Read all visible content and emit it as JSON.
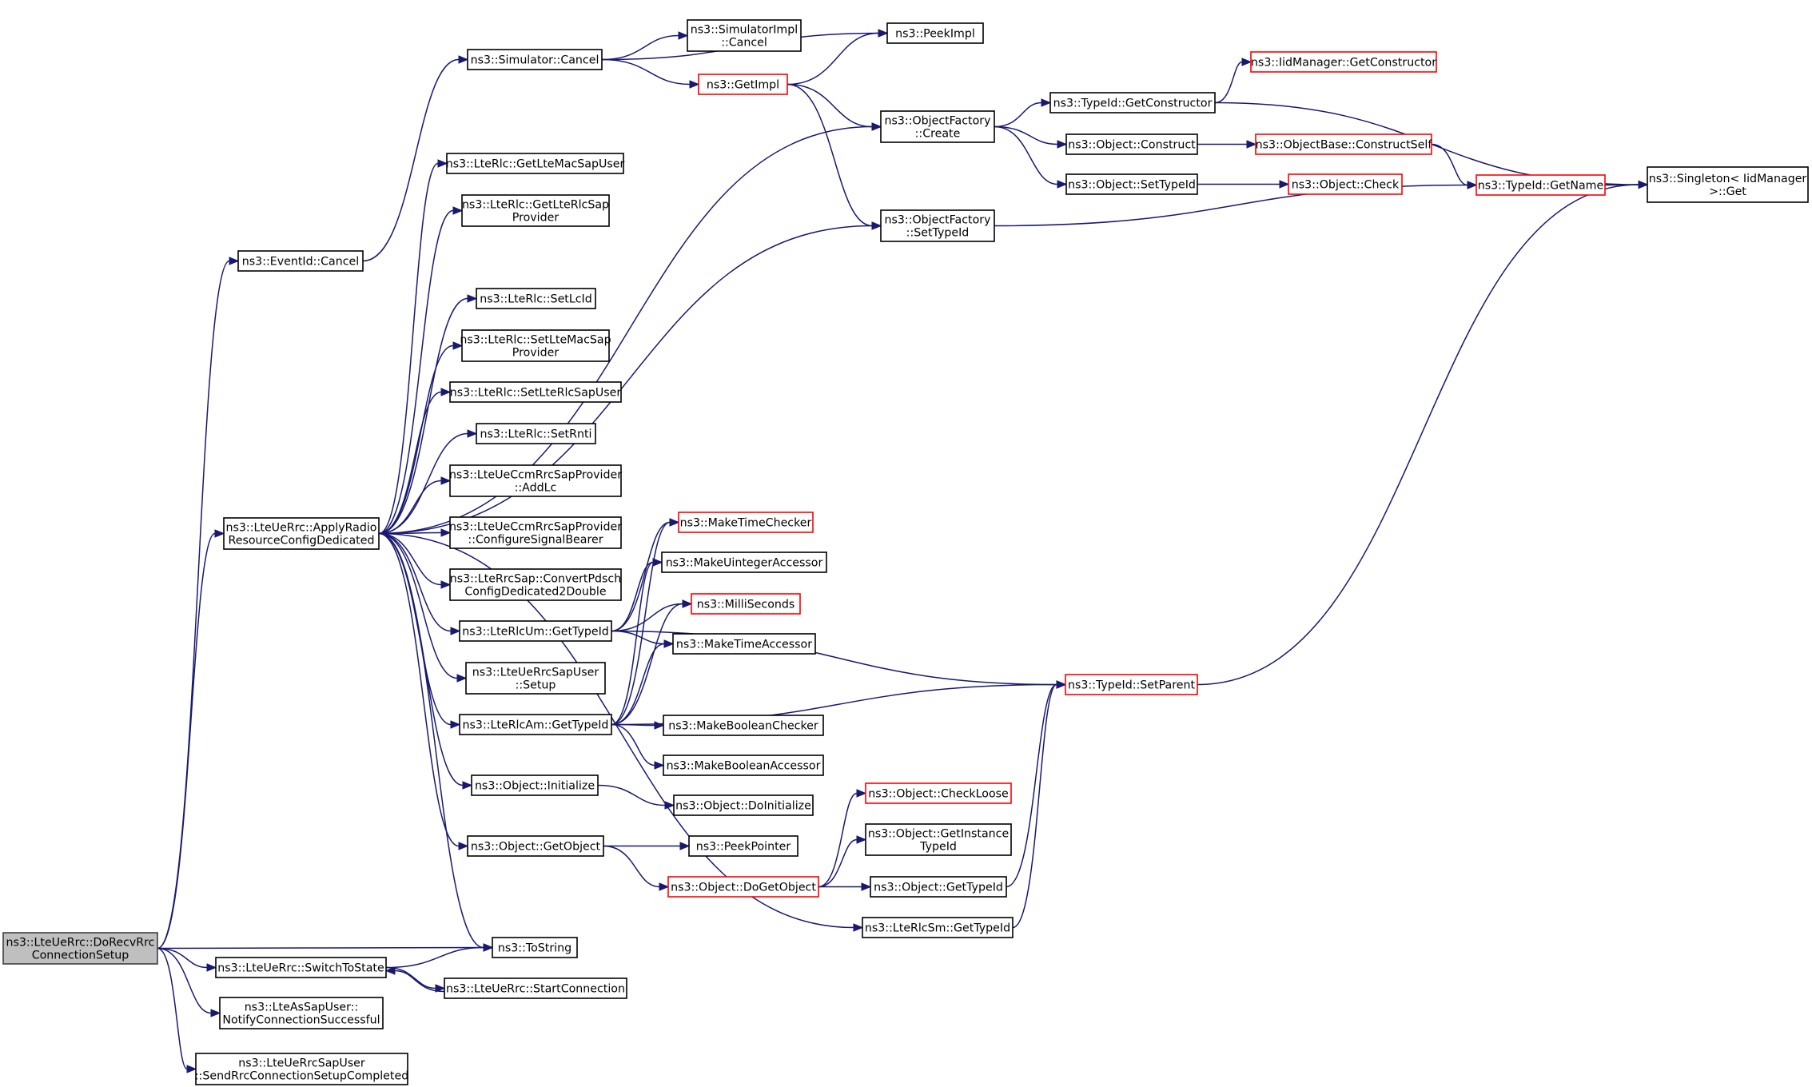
{
  "colors": {
    "edge": "#191970",
    "node_border": "#000000",
    "node_border_truncated": "#ff0000",
    "node_fill": "#ffffff",
    "root_fill": "#bfbfbf",
    "root_border": "#404040"
  },
  "nodes": [
    {
      "id": "root",
      "lines": [
        "ns3::LteUeRrc::DoRecvRrc",
        "ConnectionSetup"
      ],
      "variant": "root"
    },
    {
      "id": "eventid_cancel",
      "lines": [
        "ns3::EventId::Cancel"
      ],
      "variant": "normal"
    },
    {
      "id": "apply_radio",
      "lines": [
        "ns3::LteUeRrc::ApplyRadio",
        "ResourceConfigDedicated"
      ],
      "variant": "normal"
    },
    {
      "id": "tostring",
      "lines": [
        "ns3::ToString"
      ],
      "variant": "normal"
    },
    {
      "id": "switch_to_state",
      "lines": [
        "ns3::LteUeRrc::SwitchToState"
      ],
      "variant": "normal"
    },
    {
      "id": "notify_conn",
      "lines": [
        "ns3::LteAsSapUser::",
        "NotifyConnectionSuccessful"
      ],
      "variant": "normal"
    },
    {
      "id": "send_rrc",
      "lines": [
        "ns3::LteUeRrcSapUser",
        "::SendRrcConnectionSetupCompleted"
      ],
      "variant": "normal"
    },
    {
      "id": "start_connection",
      "lines": [
        "ns3::LteUeRrc::StartConnection"
      ],
      "variant": "normal"
    },
    {
      "id": "sim_cancel",
      "lines": [
        "ns3::Simulator::Cancel"
      ],
      "variant": "normal"
    },
    {
      "id": "simimpl_cancel",
      "lines": [
        "ns3::SimulatorImpl",
        "::Cancel"
      ],
      "variant": "normal"
    },
    {
      "id": "getimpl",
      "lines": [
        "ns3::GetImpl"
      ],
      "variant": "truncated"
    },
    {
      "id": "peekimpl",
      "lines": [
        "ns3::PeekImpl"
      ],
      "variant": "normal"
    },
    {
      "id": "of_create",
      "lines": [
        "ns3::ObjectFactory",
        "::Create"
      ],
      "variant": "normal"
    },
    {
      "id": "of_settypeid",
      "lines": [
        "ns3::ObjectFactory",
        "::SetTypeId"
      ],
      "variant": "normal"
    },
    {
      "id": "typeid_getconstructor",
      "lines": [
        "ns3::TypeId::GetConstructor"
      ],
      "variant": "normal"
    },
    {
      "id": "iidmanager_getconstructor",
      "lines": [
        "ns3::IidManager::GetConstructor"
      ],
      "variant": "truncated"
    },
    {
      "id": "object_construct",
      "lines": [
        "ns3::Object::Construct"
      ],
      "variant": "normal"
    },
    {
      "id": "objectbase_constructself",
      "lines": [
        "ns3::ObjectBase::ConstructSelf"
      ],
      "variant": "truncated"
    },
    {
      "id": "object_settypeid",
      "lines": [
        "ns3::Object::SetTypeId"
      ],
      "variant": "normal"
    },
    {
      "id": "object_check",
      "lines": [
        "ns3::Object::Check"
      ],
      "variant": "truncated"
    },
    {
      "id": "typeid_getname",
      "lines": [
        "ns3::TypeId::GetName"
      ],
      "variant": "truncated"
    },
    {
      "id": "singleton_get",
      "lines": [
        "ns3::Singleton< IidManager",
        " >::Get"
      ],
      "variant": "normal"
    },
    {
      "id": "rlc_getltemacsapuser",
      "lines": [
        "ns3::LteRlc::GetLteMacSapUser"
      ],
      "variant": "normal"
    },
    {
      "id": "rlc_getlterlcsapprovider",
      "lines": [
        "ns3::LteRlc::GetLteRlcSap",
        "Provider"
      ],
      "variant": "normal"
    },
    {
      "id": "rlc_setlcid",
      "lines": [
        "ns3::LteRlc::SetLcId"
      ],
      "variant": "normal"
    },
    {
      "id": "rlc_setltemacsapprovider",
      "lines": [
        "ns3::LteRlc::SetLteMacSap",
        "Provider"
      ],
      "variant": "normal"
    },
    {
      "id": "rlc_setlterlcsapuser",
      "lines": [
        "ns3::LteRlc::SetLteRlcSapUser"
      ],
      "variant": "normal"
    },
    {
      "id": "rlc_setrnti",
      "lines": [
        "ns3::LteRlc::SetRnti"
      ],
      "variant": "normal"
    },
    {
      "id": "ccm_addlc",
      "lines": [
        "ns3::LteUeCcmRrcSapProvider",
        "::AddLc"
      ],
      "variant": "normal"
    },
    {
      "id": "ccm_configuresignalbearer",
      "lines": [
        "ns3::LteUeCcmRrcSapProvider",
        "::ConfigureSignalBearer"
      ],
      "variant": "normal"
    },
    {
      "id": "convert_pdsch",
      "lines": [
        "ns3::LteRrcSap::ConvertPdsch",
        "ConfigDedicated2Double"
      ],
      "variant": "normal"
    },
    {
      "id": "rlcum_gettypeid",
      "lines": [
        "ns3::LteRlcUm::GetTypeId"
      ],
      "variant": "normal"
    },
    {
      "id": "rrcsapuser_setup",
      "lines": [
        "ns3::LteUeRrcSapUser",
        "::Setup"
      ],
      "variant": "normal"
    },
    {
      "id": "rlcam_gettypeid",
      "lines": [
        "ns3::LteRlcAm::GetTypeId"
      ],
      "variant": "normal"
    },
    {
      "id": "object_initialize",
      "lines": [
        "ns3::Object::Initialize"
      ],
      "variant": "normal"
    },
    {
      "id": "object_getobject",
      "lines": [
        "ns3::Object::GetObject"
      ],
      "variant": "normal"
    },
    {
      "id": "make_time_checker",
      "lines": [
        "ns3::MakeTimeChecker"
      ],
      "variant": "truncated"
    },
    {
      "id": "make_uinteger_accessor",
      "lines": [
        "ns3::MakeUintegerAccessor"
      ],
      "variant": "normal"
    },
    {
      "id": "milliseconds",
      "lines": [
        "ns3::MilliSeconds"
      ],
      "variant": "truncated"
    },
    {
      "id": "make_time_accessor",
      "lines": [
        "ns3::MakeTimeAccessor"
      ],
      "variant": "normal"
    },
    {
      "id": "make_boolean_checker",
      "lines": [
        "ns3::MakeBooleanChecker"
      ],
      "variant": "normal"
    },
    {
      "id": "make_boolean_accessor",
      "lines": [
        "ns3::MakeBooleanAccessor"
      ],
      "variant": "normal"
    },
    {
      "id": "object_doinitialize",
      "lines": [
        "ns3::Object::DoInitialize"
      ],
      "variant": "normal"
    },
    {
      "id": "peekpointer",
      "lines": [
        "ns3::PeekPointer"
      ],
      "variant": "normal"
    },
    {
      "id": "object_dogetobject",
      "lines": [
        "ns3::Object::DoGetObject"
      ],
      "variant": "truncated"
    },
    {
      "id": "typeid_setparent",
      "lines": [
        "ns3::TypeId::SetParent"
      ],
      "variant": "truncated"
    },
    {
      "id": "object_checkloose",
      "lines": [
        "ns3::Object::CheckLoose"
      ],
      "variant": "truncated"
    },
    {
      "id": "object_getinstancetypeid",
      "lines": [
        "ns3::Object::GetInstance",
        "TypeId"
      ],
      "variant": "normal"
    },
    {
      "id": "object_gettypeid",
      "lines": [
        "ns3::Object::GetTypeId"
      ],
      "variant": "normal"
    },
    {
      "id": "rlcsm_gettypeid",
      "lines": [
        "ns3::LteRlcSm::GetTypeId"
      ],
      "variant": "normal"
    }
  ],
  "edges": [
    [
      "root",
      "eventid_cancel"
    ],
    [
      "root",
      "apply_radio"
    ],
    [
      "root",
      "tostring"
    ],
    [
      "root",
      "switch_to_state"
    ],
    [
      "root",
      "notify_conn"
    ],
    [
      "root",
      "send_rrc"
    ],
    [
      "eventid_cancel",
      "sim_cancel"
    ],
    [
      "sim_cancel",
      "peekimpl"
    ],
    [
      "sim_cancel",
      "simimpl_cancel"
    ],
    [
      "sim_cancel",
      "getimpl"
    ],
    [
      "getimpl",
      "peekimpl"
    ],
    [
      "getimpl",
      "of_create"
    ],
    [
      "getimpl",
      "of_settypeid"
    ],
    [
      "of_create",
      "typeid_getconstructor"
    ],
    [
      "of_create",
      "object_construct"
    ],
    [
      "of_create",
      "object_settypeid"
    ],
    [
      "typeid_getconstructor",
      "iidmanager_getconstructor"
    ],
    [
      "typeid_getconstructor",
      "singleton_get"
    ],
    [
      "object_construct",
      "objectbase_constructself"
    ],
    [
      "objectbase_constructself",
      "typeid_getname"
    ],
    [
      "object_settypeid",
      "object_check"
    ],
    [
      "of_settypeid",
      "typeid_getname"
    ],
    [
      "typeid_getname",
      "singleton_get"
    ],
    [
      "apply_radio",
      "of_create"
    ],
    [
      "apply_radio",
      "rlc_getltemacsapuser"
    ],
    [
      "apply_radio",
      "rlc_getlterlcsapprovider"
    ],
    [
      "apply_radio",
      "of_settypeid"
    ],
    [
      "apply_radio",
      "rlc_setlcid"
    ],
    [
      "apply_radio",
      "rlc_setltemacsapprovider"
    ],
    [
      "apply_radio",
      "rlc_setlterlcsapuser"
    ],
    [
      "apply_radio",
      "rlc_setrnti"
    ],
    [
      "apply_radio",
      "ccm_addlc"
    ],
    [
      "apply_radio",
      "ccm_configuresignalbearer"
    ],
    [
      "apply_radio",
      "convert_pdsch"
    ],
    [
      "apply_radio",
      "rlcum_gettypeid"
    ],
    [
      "apply_radio",
      "rrcsapuser_setup"
    ],
    [
      "apply_radio",
      "rlcam_gettypeid"
    ],
    [
      "apply_radio",
      "object_initialize"
    ],
    [
      "apply_radio",
      "object_getobject"
    ],
    [
      "apply_radio",
      "tostring"
    ],
    [
      "apply_radio",
      "rlcsm_gettypeid"
    ],
    [
      "rlcum_gettypeid",
      "make_time_checker"
    ],
    [
      "rlcum_gettypeid",
      "make_uinteger_accessor"
    ],
    [
      "rlcum_gettypeid",
      "milliseconds"
    ],
    [
      "rlcum_gettypeid",
      "make_time_accessor"
    ],
    [
      "rlcum_gettypeid",
      "typeid_setparent"
    ],
    [
      "rlcam_gettypeid",
      "make_time_checker"
    ],
    [
      "rlcam_gettypeid",
      "make_uinteger_accessor"
    ],
    [
      "rlcam_gettypeid",
      "milliseconds"
    ],
    [
      "rlcam_gettypeid",
      "make_time_accessor"
    ],
    [
      "rlcam_gettypeid",
      "typeid_setparent"
    ],
    [
      "rlcam_gettypeid",
      "make_boolean_checker"
    ],
    [
      "rlcam_gettypeid",
      "make_boolean_accessor"
    ],
    [
      "object_initialize",
      "object_doinitialize"
    ],
    [
      "object_getobject",
      "peekpointer"
    ],
    [
      "object_getobject",
      "object_dogetobject"
    ],
    [
      "object_dogetobject",
      "object_checkloose"
    ],
    [
      "object_dogetobject",
      "object_getinstancetypeid"
    ],
    [
      "object_dogetobject",
      "object_gettypeid"
    ],
    [
      "object_gettypeid",
      "typeid_setparent"
    ],
    [
      "rlcsm_gettypeid",
      "typeid_setparent"
    ],
    [
      "typeid_setparent",
      "singleton_get"
    ],
    [
      "switch_to_state",
      "tostring"
    ],
    [
      "switch_to_state",
      "start_connection"
    ],
    [
      "start_connection",
      "switch_to_state"
    ]
  ]
}
